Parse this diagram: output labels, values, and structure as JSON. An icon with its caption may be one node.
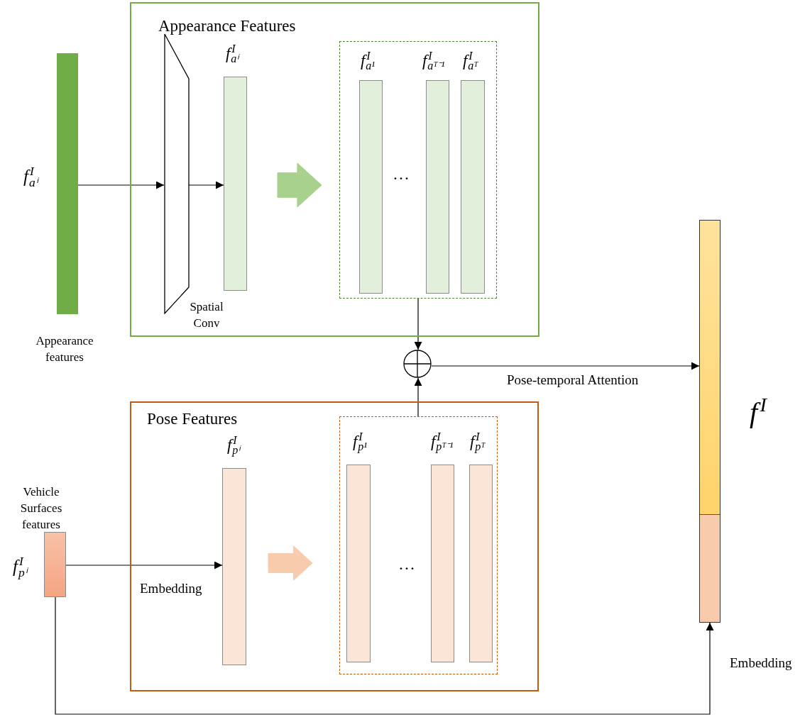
{
  "diagram": {
    "nodes": [
      {
        "text": [
          "Appearance Features"
        ]
      },
      {
        "text": [],
        "shape": "trapezoid",
        "in": 0,
        "beside": [
          "Spatial Conv"
        ]
      },
      {
        "text": [
          "f$^{I}$$_{aⁱ}$"
        ],
        "in": 0
      },
      {
        "text": [],
        "shape": "box",
        "in": 0
      },
      {
        "text": [
          "f$^{I}$$_{a¹}$"
        ],
        "in": 3
      },
      {
        "text": [
          "f$^{I}$$_{aᵀ⁻¹}$"
        ],
        "in": 3
      },
      {
        "text": [
          "f$^{I}$$_{aᵀ}$"
        ],
        "in": 3
      },
      {
        "text": [
          "Pose Features"
        ]
      },
      {
        "text": [
          "f$^{I}$$_{pⁱ}$"
        ],
        "in": 7
      },
      {
        "text": [],
        "shape": "box",
        "in": 7
      },
      {
        "text": [
          "f$^{I}$$_{p¹}$"
        ],
        "in": 9
      },
      {
        "text": [
          "f$^{I}$$_{pᵀ⁻¹}$"
        ],
        "in": 9
      },
      {
        "text": [
          "f$^{I}$$_{pᵀ}$"
        ],
        "in": 9
      },
      {
        "text": [
          "f$^{I}$$_{aⁱ}$"
        ],
        "beside": [
          "Appearance features"
        ]
      },
      {
        "text": [
          "f$^{I}$$_{pⁱ}$"
        ],
        "beside": [
          "Vehicle Surfaces features"
        ]
      },
      {
        "text": [],
        "shape": "circle"
      },
      {
        "text": [
          "f$^{I}$"
        ]
      }
    ],
    "edges": [
      {
        "from": 13,
        "to": 1,
        "arrow": "to"
      },
      {
        "from": 1,
        "to": 2,
        "arrow": "to"
      },
      {
        "from": 2,
        "to": 3,
        "arrow": "to",
        "style": "thick",
        "color": "#a9d18e"
      },
      {
        "from": 3,
        "to": 15,
        "arrow": "to"
      },
      {
        "from": 14,
        "to": 8,
        "arrow": "to",
        "label": "Embedding"
      },
      {
        "from": 8,
        "to": 9,
        "arrow": "to",
        "style": "thick",
        "color": "#f8cbad"
      },
      {
        "from": 9,
        "to": 15,
        "arrow": "to"
      },
      {
        "from": 15,
        "to": 16,
        "arrow": "to",
        "label": "Pose-temporal Attention"
      },
      {
        "from": 14,
        "to": 16,
        "arrow": "to",
        "label": "Embedding"
      }
    ],
    "labels": [
      "…",
      "…"
    ]
  }
}
